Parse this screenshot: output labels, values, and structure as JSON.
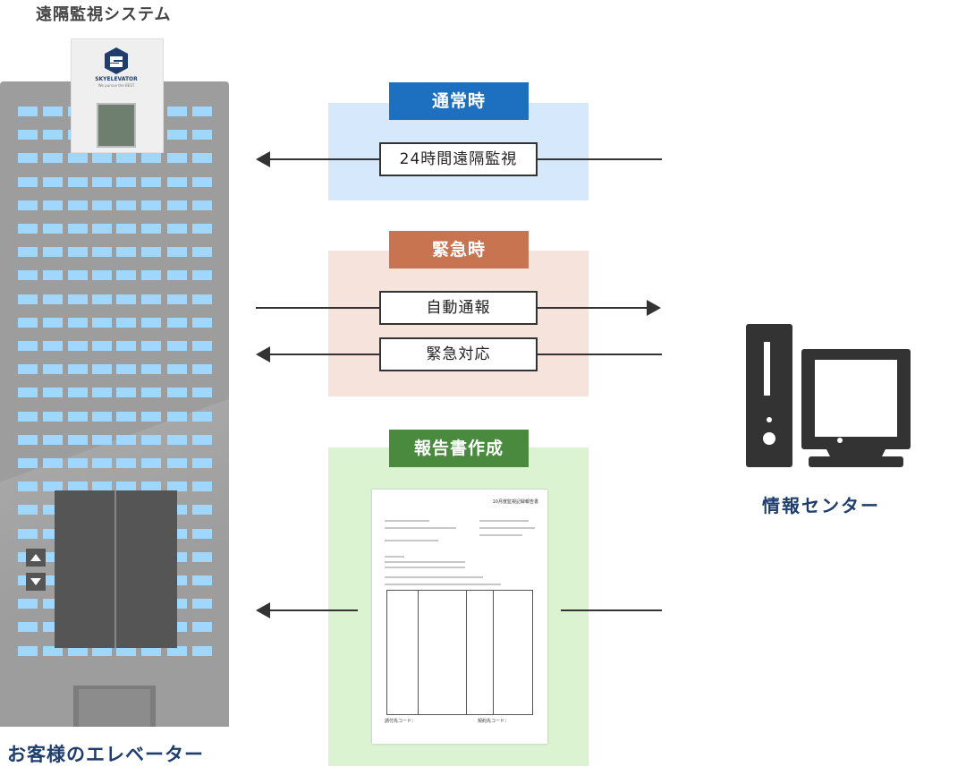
{
  "labels": {
    "system_title": "遠隔監視システム",
    "elevator_title": "お客様のエレベーター",
    "center_title": "情報センター"
  },
  "panel": {
    "brand": "SKYELEVATOR",
    "tagline": "We pursue the BEST"
  },
  "zones": {
    "normal": {
      "label": "通常時",
      "color": "#1d6fbf",
      "bg": "#d6e8fc",
      "flows": [
        {
          "label": "24時間遠隔監視",
          "direction": "to-elevator"
        }
      ]
    },
    "emergency": {
      "label": "緊急時",
      "color": "#c87450",
      "bg": "#f6e4dc",
      "flows": [
        {
          "label": "自動通報",
          "direction": "to-center"
        },
        {
          "label": "緊急対応",
          "direction": "to-elevator"
        }
      ]
    },
    "report": {
      "label": "報告書作成",
      "color": "#4a8a3e",
      "bg": "#dcf3d2",
      "flows": [
        {
          "label": "",
          "direction": "to-elevator"
        }
      ]
    }
  },
  "report_doc": {
    "title": "10月度監視記録報告書",
    "code_left": "請付先コード：",
    "code_right": "契約先コード："
  },
  "colors": {
    "building": "#9d9d9d",
    "window": "#9fd7ff",
    "computer": "#333333",
    "label_blue": "#1f3e6e"
  },
  "icons": {
    "computer": "desktop-computer-icon",
    "call_up": "triangle-up-icon",
    "call_down": "triangle-down-icon"
  }
}
